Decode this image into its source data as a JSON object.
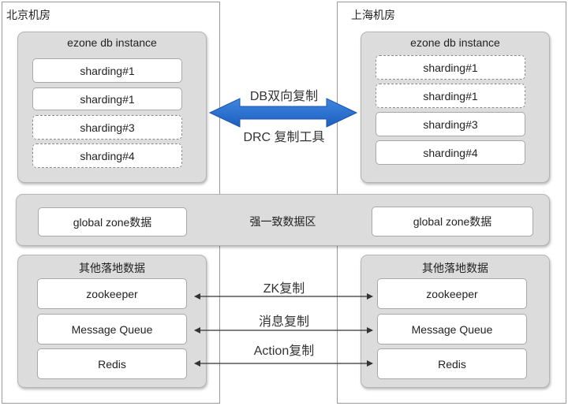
{
  "datacenters": {
    "beijing": {
      "title": "北京机房"
    },
    "shanghai": {
      "title": "上海机房"
    }
  },
  "beijing_instance": {
    "title": "ezone db instance",
    "shards": [
      {
        "label": "sharding#1",
        "style": "solid"
      },
      {
        "label": "sharding#1",
        "style": "solid"
      },
      {
        "label": "sharding#3",
        "style": "dashed"
      },
      {
        "label": "sharding#4",
        "style": "dashed"
      }
    ]
  },
  "shanghai_instance": {
    "title": "ezone db instance",
    "shards": [
      {
        "label": "sharding#1",
        "style": "dashed"
      },
      {
        "label": "sharding#1",
        "style": "dashed"
      },
      {
        "label": "sharding#3",
        "style": "solid"
      },
      {
        "label": "sharding#4",
        "style": "solid"
      }
    ]
  },
  "db_replication": {
    "top_label": "DB双向复制",
    "bottom_label": "DRC 复制工具",
    "arrow_color": "#1e66c8"
  },
  "global_zone": {
    "center_label": "强一致数据区",
    "left_box": "global zone数据",
    "right_box": "global zone数据"
  },
  "beijing_other": {
    "title": "其他落地数据",
    "items": [
      "zookeeper",
      "Message Queue",
      "Redis"
    ]
  },
  "shanghai_other": {
    "title": "其他落地数据",
    "items": [
      "zookeeper",
      "Message Queue",
      "Redis"
    ]
  },
  "replication_links": [
    {
      "label": "ZK复制"
    },
    {
      "label": "消息复制"
    },
    {
      "label": "Action复制"
    }
  ]
}
